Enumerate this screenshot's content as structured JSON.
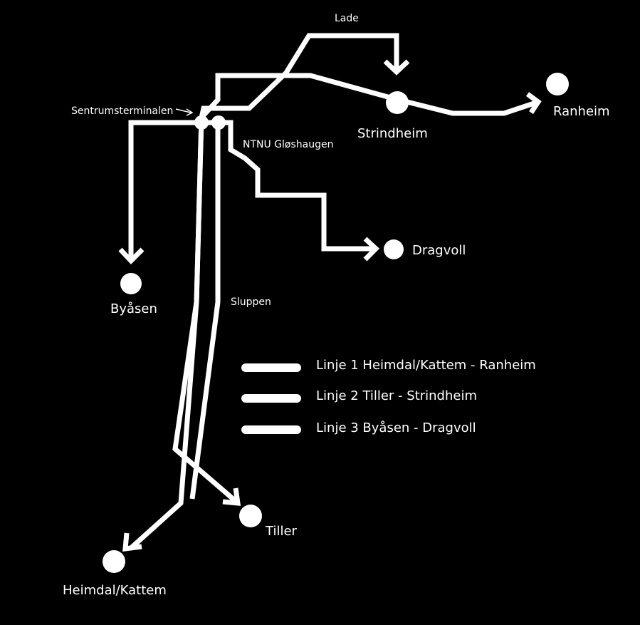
{
  "places": {
    "lade": "Lade",
    "sentrum": "Sentrumsterminalen",
    "strindheim": "Strindheim",
    "ranheim": "Ranheim",
    "ntnu": "NTNU Gløshaugen",
    "dragvoll": "Dragvoll",
    "byasen": "Byåsen",
    "sluppen": "Sluppen",
    "tiller": "Tiller",
    "heimdal": "Heimdal/Kattem"
  },
  "legend": [
    {
      "label": "Linje 1 Heimdal/Kattem - Ranheim"
    },
    {
      "label": "Linje 2 Tiller - Strindheim"
    },
    {
      "label": "Linje 3 Byåsen - Dragvoll"
    }
  ],
  "colors": {
    "background": "#000000",
    "line": "#ffffff"
  }
}
